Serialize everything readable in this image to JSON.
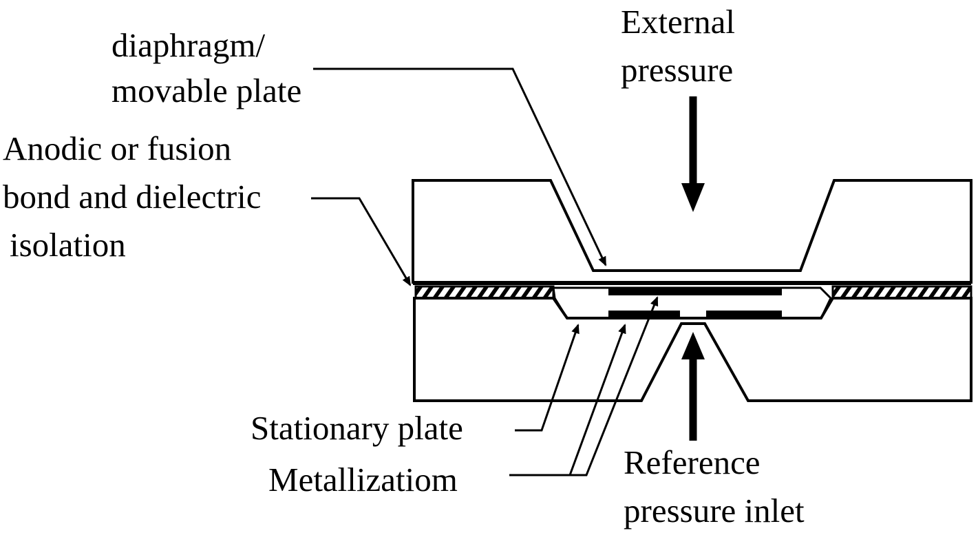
{
  "labels": {
    "diaphragm_line1": "diaphragm/",
    "diaphragm_line2": "movable plate",
    "external_line1": "External",
    "external_line2": "pressure",
    "bond_line1": "Anodic or fusion",
    "bond_line2": "bond and dielectric",
    "bond_line3": "isolation",
    "stationary": "Stationary plate",
    "metallization": "Metallizatiom",
    "reference_line1": "Reference",
    "reference_line2": "pressure inlet"
  },
  "colors": {
    "ink": "#000000",
    "background": "#ffffff"
  }
}
